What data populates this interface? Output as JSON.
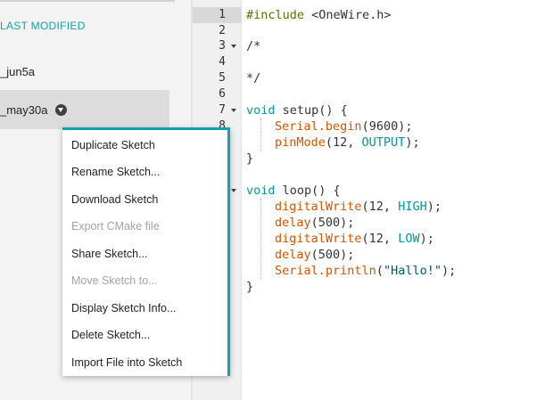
{
  "sidebar": {
    "sort_header": "LAST MODIFIED",
    "sketches": [
      {
        "name": "_jun5a"
      },
      {
        "name": "_may30a"
      }
    ]
  },
  "editor": {
    "line_numbers": [
      "1",
      "2",
      "3",
      "4",
      "5",
      "6",
      "7",
      "8"
    ],
    "code": {
      "l1_directive": "#include",
      "l1_header": " <OneWire.h>",
      "l3": "/*",
      "l5": "*/",
      "setup_kw": "void",
      "setup_name": " setup() {",
      "serial_obj": "Serial",
      "serial_begin": ".begin",
      "begin_args": "(9600);",
      "pinmode_fn": "pinMode",
      "pinmode_args_1": "(12, ",
      "output_kw": "OUTPUT",
      "pinmode_args_2": ");",
      "close_brace": "}",
      "loop_kw": "void",
      "loop_name": " loop() {",
      "dw_fn": "digitalWrite",
      "dw_args_1": "(12, ",
      "high_kw": "HIGH",
      "dw_close": ");",
      "delay_fn": "delay",
      "delay_args": "(500);",
      "low_kw": "LOW",
      "println_fn": ".println",
      "println_open": "(",
      "println_str": "\"Hallo!\"",
      "println_close": ");"
    }
  },
  "context_menu": {
    "items": [
      {
        "label": "Duplicate Sketch",
        "enabled": true
      },
      {
        "label": "Rename Sketch...",
        "enabled": true
      },
      {
        "label": "Download Sketch",
        "enabled": true
      },
      {
        "label": "Export CMake file",
        "enabled": false
      },
      {
        "label": "Share Sketch...",
        "enabled": true
      },
      {
        "label": "Move Sketch to...",
        "enabled": false
      },
      {
        "label": "Display Sketch Info...",
        "enabled": true
      },
      {
        "label": "Delete Sketch...",
        "enabled": true
      },
      {
        "label": "Import File into Sketch",
        "enabled": true
      }
    ]
  },
  "colors": {
    "accent": "#12a2a8",
    "keyword": "#00979c",
    "function": "#d35400",
    "preprocessor": "#5e6d03",
    "string": "#005c5f"
  },
  "icons": {
    "sketch_menu": "chevron-down-circle-icon",
    "fold": "fold-triangle-icon"
  }
}
